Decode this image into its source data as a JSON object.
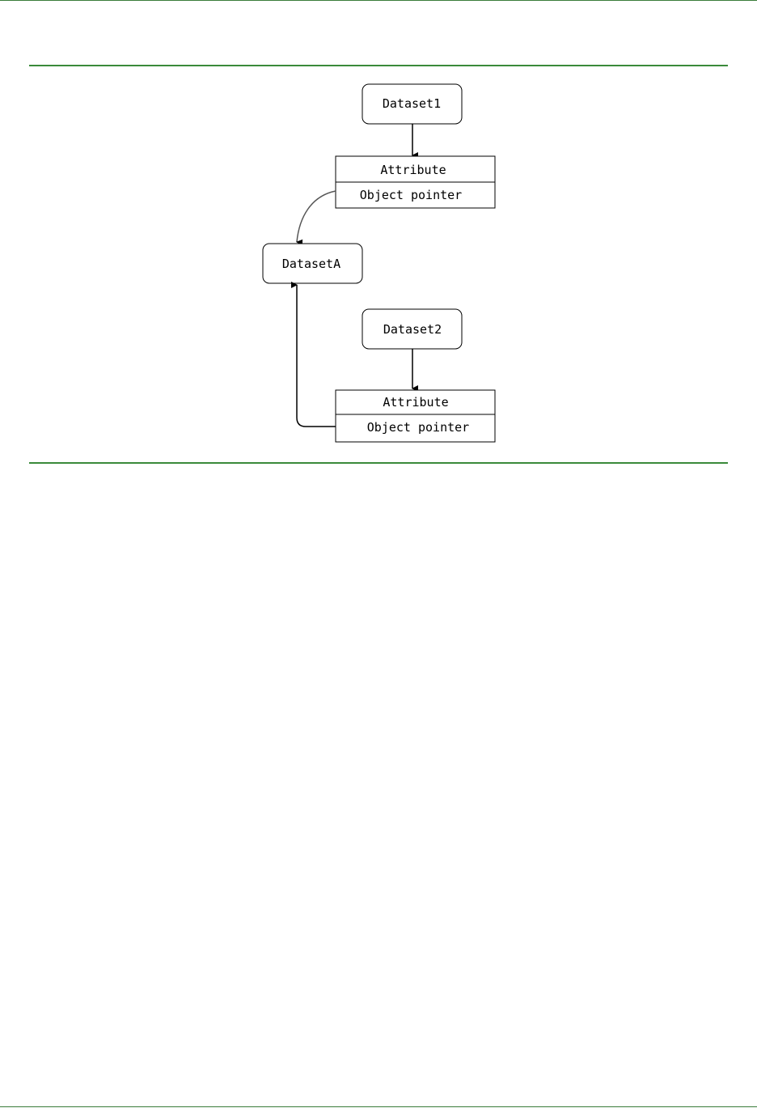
{
  "diagram": {
    "nodes": {
      "dataset1": "Dataset1",
      "datasetA": "DatasetA",
      "dataset2": "Dataset2"
    },
    "attribute_tables": [
      {
        "header": "Attribute",
        "row": "Object pointer"
      },
      {
        "header": "Attribute",
        "row": "Object pointer"
      }
    ]
  },
  "colors": {
    "rule": "#3a8a3a",
    "stroke": "#000000",
    "curve": "#555555"
  }
}
